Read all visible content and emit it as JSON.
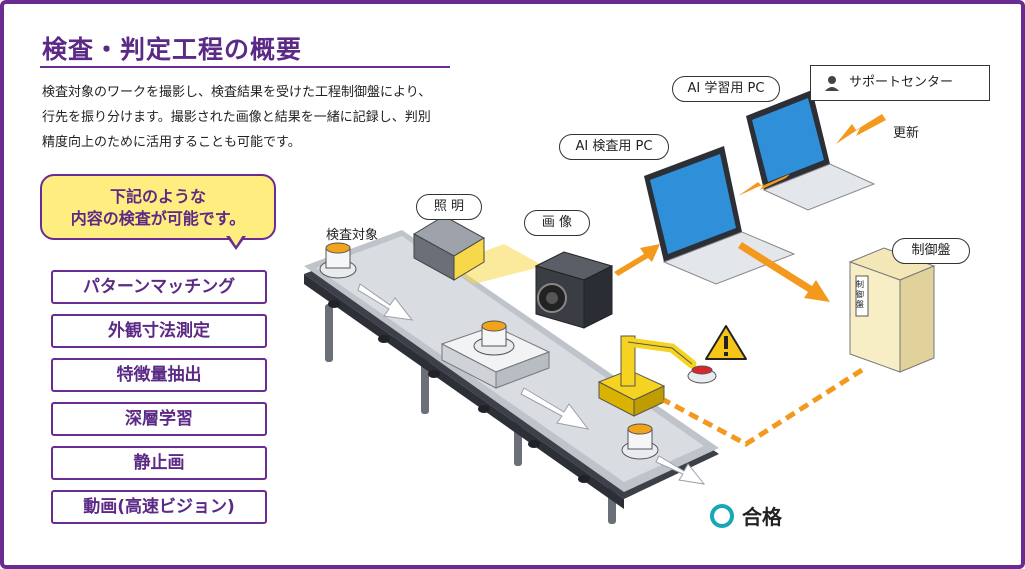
{
  "title": "検査・判定工程の概要",
  "description": [
    "検査対象のワークを撮影し、検査結果を受けた工程制御盤により、",
    "行先を振り分けます。撮影された画像と結果を一緒に記録し、判別",
    "精度向上のために活用することも可能です。"
  ],
  "callout": [
    "下記のような",
    "内容の検査が可能です。"
  ],
  "features": [
    "パターンマッチング",
    "外観寸法測定",
    "特徴量抽出",
    "深層学習",
    "静止画",
    "動画(高速ビジョン)"
  ],
  "labels": {
    "target": "検査対象",
    "lighting": "照 明",
    "image": "画 像",
    "ai_inspect_pc": "AI 検査用 PC",
    "ai_learn_pc": "AI 学習用 PC",
    "support_center": "サポートセンター",
    "update": "更新",
    "control_panel": "制御盤",
    "control_panel_door": "制御盤",
    "pass": "合格"
  },
  "colors": {
    "accent": "#6a2c91",
    "callout_bg": "#fdee7f",
    "arrow": "#f39a1e",
    "pass_ring": "#17a7b7",
    "light_beam": "#f7d84a",
    "warning": "#f5c518"
  },
  "icons": [
    "person-icon",
    "warning-icon",
    "laptop-icon",
    "camera-icon",
    "light-icon",
    "robot-arm-icon"
  ]
}
